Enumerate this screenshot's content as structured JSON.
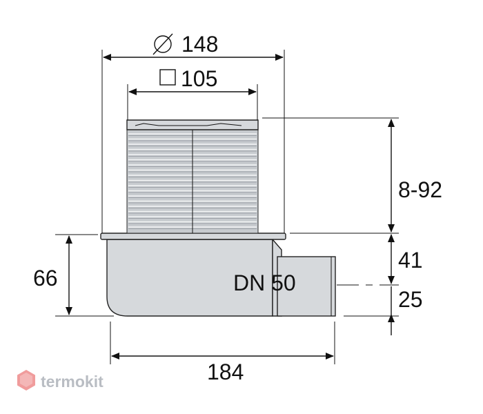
{
  "dimensions": {
    "top_diameter": "148",
    "square_grate": "105",
    "height_adjust": "8-92",
    "body_height": "66",
    "outlet_upper": "41",
    "outlet_lower": "25",
    "overall_length": "184",
    "outlet_label": "DN 50"
  },
  "watermark": {
    "brand": "termokit"
  },
  "colors": {
    "line": "#111111",
    "body": "#d6d9dc",
    "logo_red": "#e44a4a",
    "logo_gray": "#b9bdc3"
  }
}
